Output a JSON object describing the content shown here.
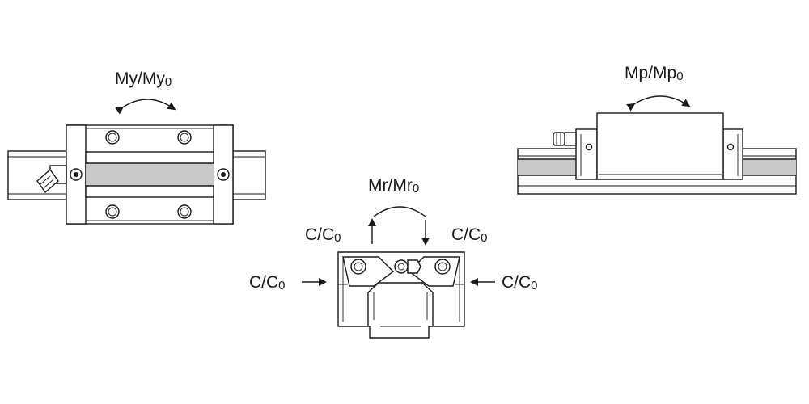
{
  "labels": {
    "yaw": {
      "main": "My/My",
      "sub": "0"
    },
    "pitch": {
      "main": "Mp/Mp",
      "sub": "0"
    },
    "roll": {
      "main": "Mr/Mr",
      "sub": "0"
    },
    "load_up_left": {
      "main": "C/C",
      "sub": "0"
    },
    "load_down_right": {
      "main": "C/C",
      "sub": "0"
    },
    "load_side_left": {
      "main": "C/C",
      "sub": "0"
    },
    "load_side_right": {
      "main": "C/C",
      "sub": "0"
    }
  },
  "colors": {
    "line": "#1a1a1a",
    "background": "#ffffff",
    "shade": "#c9c9c9"
  },
  "icons": [
    "curved-double-arrow-icon",
    "straight-arrow-icon",
    "grease-nipple-icon",
    "bolt-hole-icon"
  ]
}
